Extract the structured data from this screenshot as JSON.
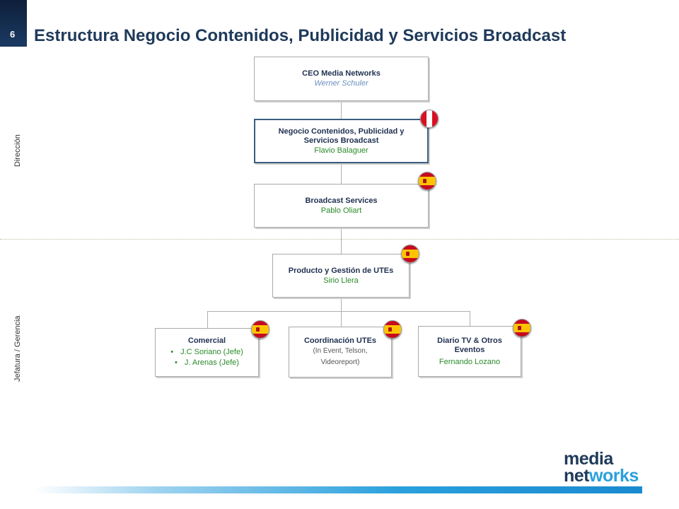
{
  "slide": {
    "number": "6",
    "title": "Estructura Negocio Contenidos, Publicidad y Servicios Broadcast"
  },
  "side_labels": {
    "top": "Dirección",
    "bottom": "Jefatura / Gerencia"
  },
  "org": {
    "ceo": {
      "title": "CEO Media Networks",
      "name": "Werner Schuler"
    },
    "negocio": {
      "title": "Negocio Contenidos, Publicidad y Servicios Broadcast",
      "name": "Flavio Balaguer",
      "flag": "peru-flag"
    },
    "broadcast": {
      "title": "Broadcast Services",
      "name": "Pablo Oliart",
      "flag": "spain-flag"
    },
    "producto": {
      "title": "Producto y Gestión de UTEs",
      "name": "Sirio Llera",
      "flag": "spain-flag"
    },
    "comercial": {
      "title": "Comercial",
      "items": [
        "J.C Soriano (Jefe)",
        "J. Arenas   (Jefe)"
      ],
      "flag": "spain-flag"
    },
    "coordinacion": {
      "title": "Coordinación UTEs",
      "detail": "(In Event, Telson, Videoreport)",
      "flag": "spain-flag"
    },
    "diario": {
      "title": "Diario TV & Otros Eventos",
      "name": "Fernando Lozano",
      "flag": "spain-flag"
    }
  },
  "logo": {
    "line1": "media",
    "line2_part1": "net",
    "line2_part2": "works"
  },
  "colors": {
    "title": "#1f3a5a",
    "name_green": "#2a8a2a",
    "name_blue": "#6a8fc0",
    "accent": "#2aa0dc"
  }
}
